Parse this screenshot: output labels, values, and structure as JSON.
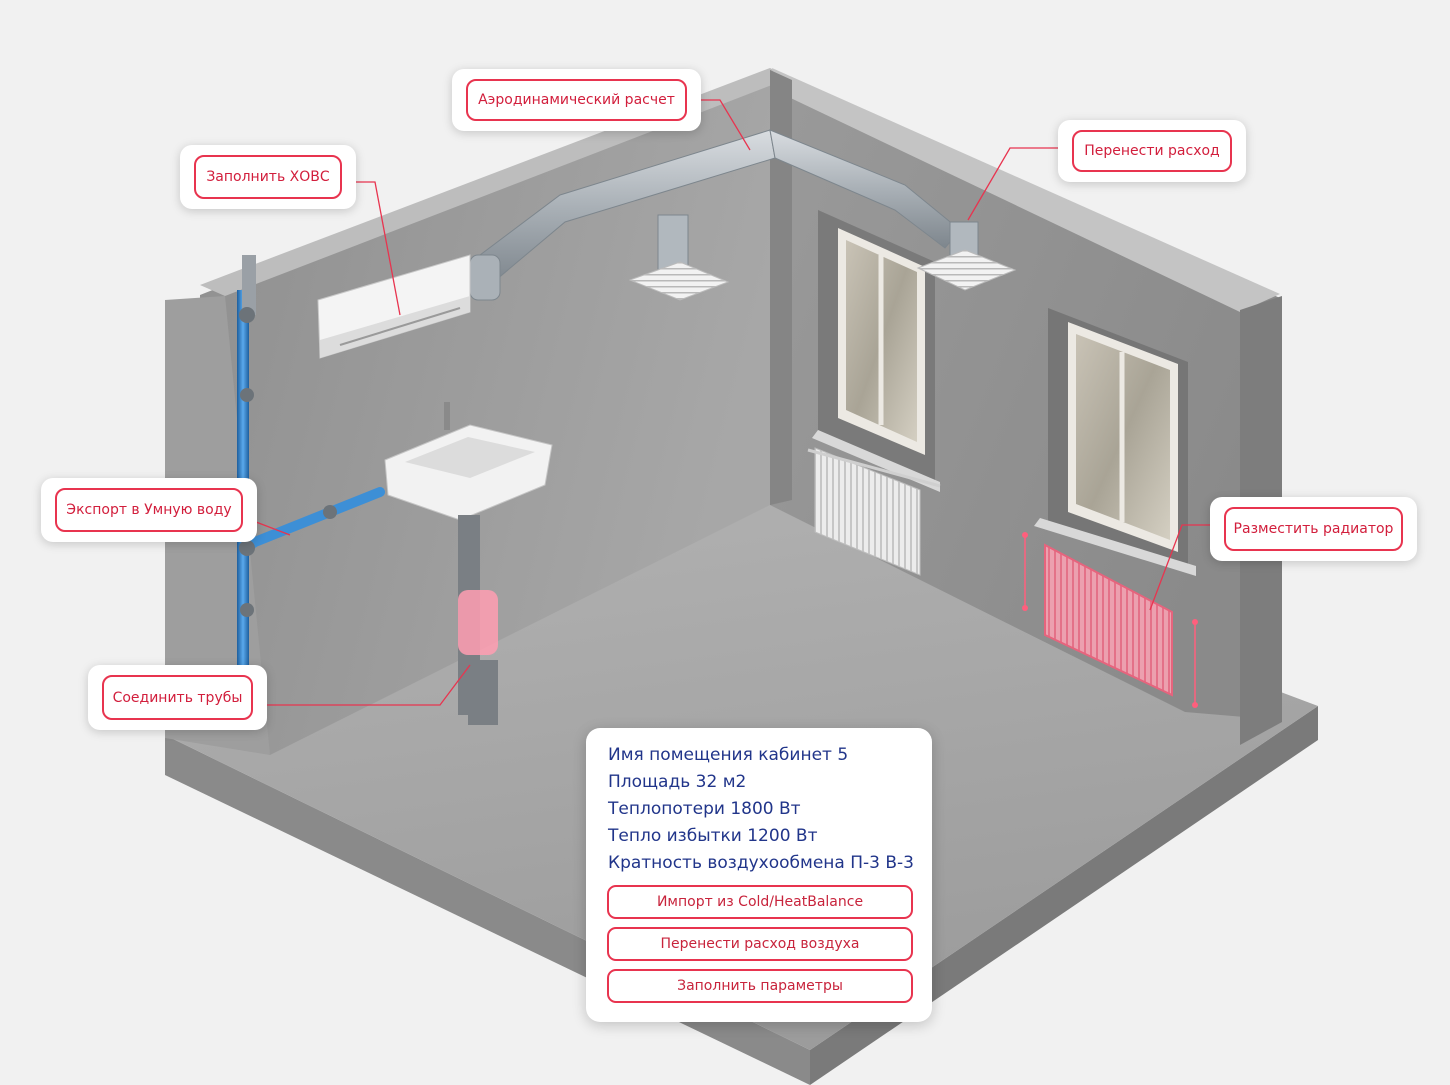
{
  "callouts": {
    "aero": "Аэродинамический расчет",
    "hovs": "Заполнить ХОВС",
    "transfer": "Перенести расход",
    "export": "Экспорт в Умную воду",
    "radiator": "Разместить радиатор",
    "pipes": "Соединить трубы"
  },
  "room_info": {
    "name": "Имя помещения кабинет 5",
    "area": "Площадь 32 м2",
    "heat_loss": "Теплопотери 1800 Вт",
    "heat_excess": "Тепло избытки 1200 Вт",
    "air_exchange": "Кратность воздухообмена П-3 В-3"
  },
  "actions": {
    "import": "Импорт из Cold/HeatBalance",
    "transfer_air": "Перенести расход воздуха",
    "fill_params": "Заполнить параметры"
  },
  "colors": {
    "accent": "#e8344f",
    "info_text": "#21358a",
    "pipe_blue": "#3d8fd6",
    "highlight_pink": "#ff7a95"
  }
}
